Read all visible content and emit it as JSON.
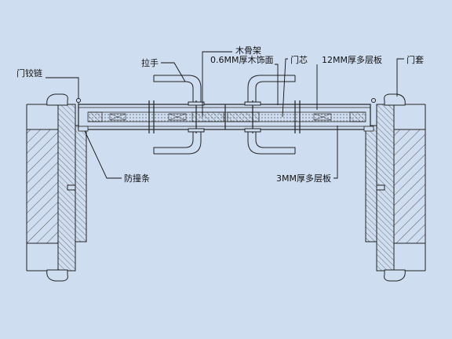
{
  "diagram": {
    "background": "#cfddf0",
    "line_color": "#1a1a1a",
    "hatch_color": "#4a4a4a",
    "fill_colors": {
      "wall": "#cfddf0",
      "frame": "#cfddf0",
      "panel": "#cfddf0"
    },
    "labels": {
      "hinge": "门铰链",
      "handle": "拉手",
      "wood_frame": "木骨架",
      "veneer": "0.6MM厚木饰面",
      "door_core": "门芯",
      "plywood_12": "12MM厚多层板",
      "door_casing": "门套",
      "bumper_strip": "防撞条",
      "plywood_3": "3MM厚多层板"
    }
  }
}
